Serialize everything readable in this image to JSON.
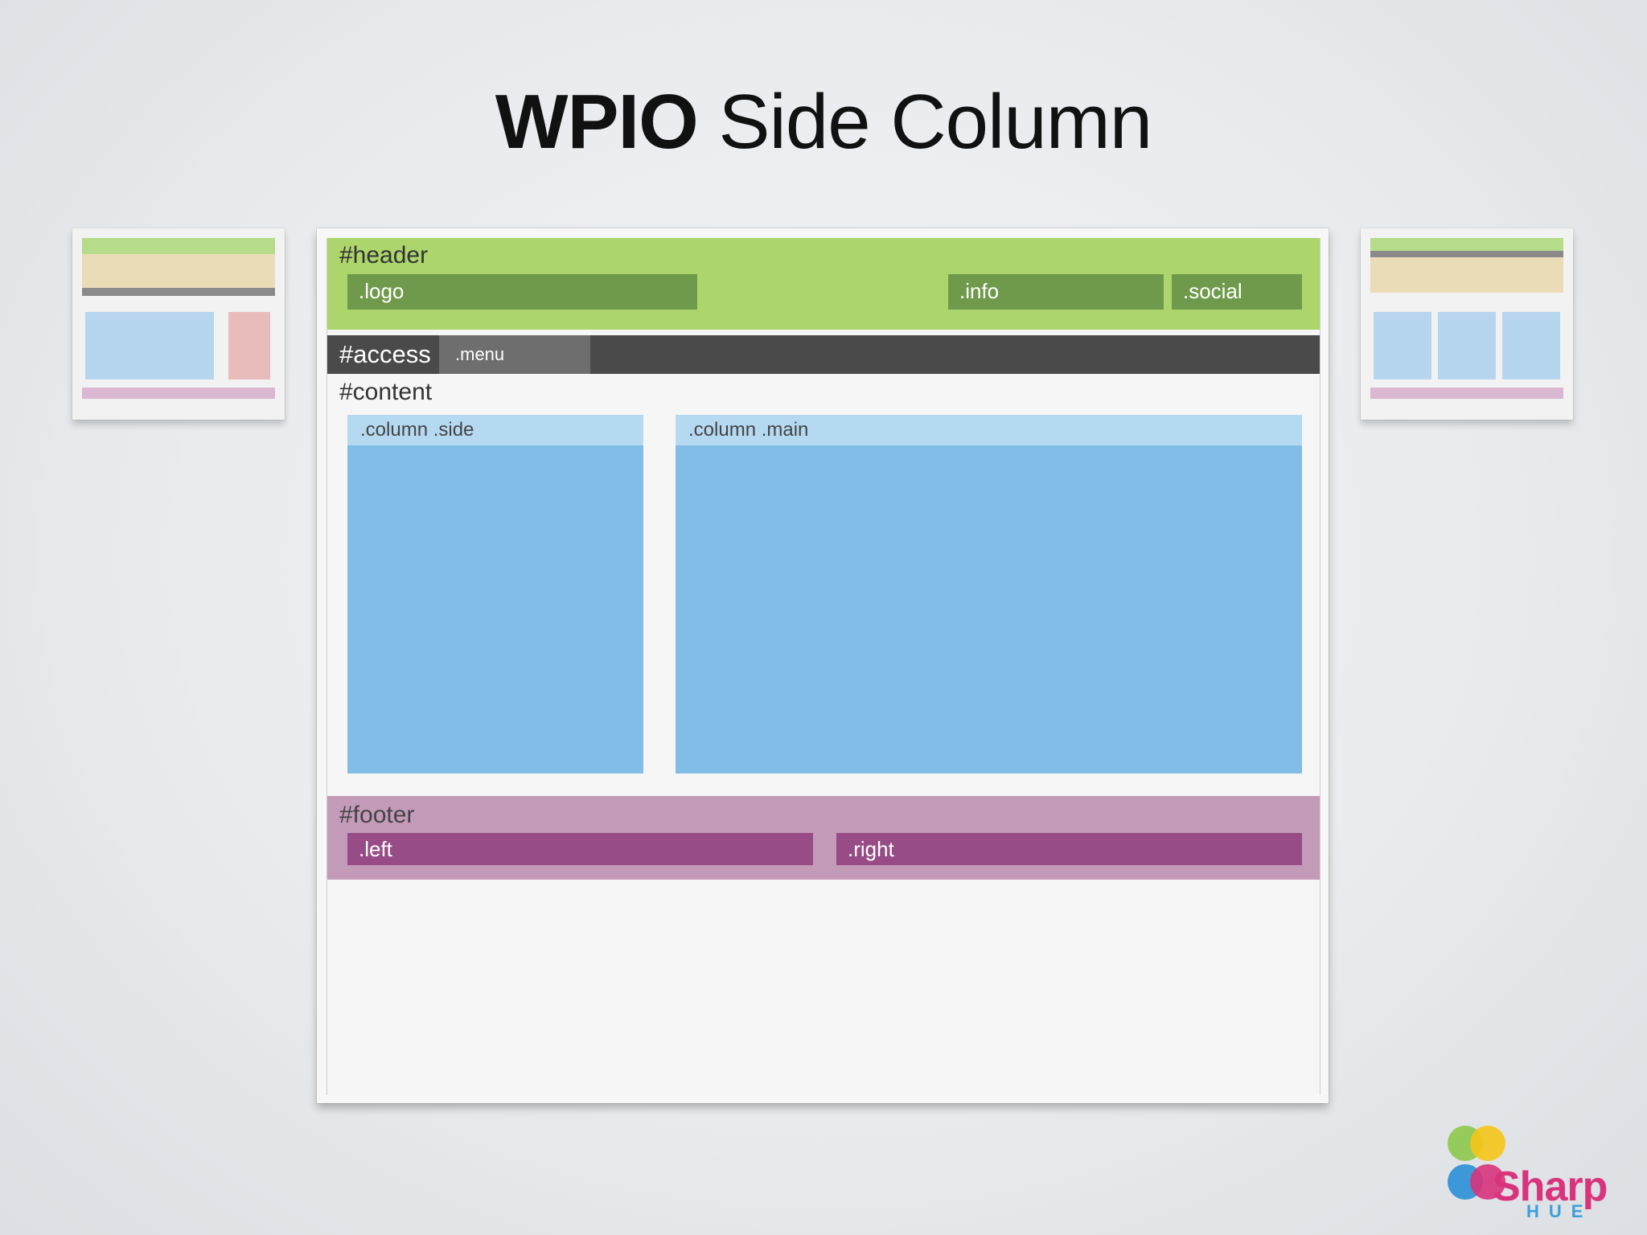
{
  "title": {
    "bold": "WPIO",
    "rest": " Side Column"
  },
  "wireframe": {
    "header": {
      "label": "#header",
      "logo": ".logo",
      "info": ".info",
      "social": ".social"
    },
    "access": {
      "label": "#access",
      "menu": ".menu"
    },
    "content": {
      "label": "#content",
      "side": ".column .side",
      "main": ".column .main"
    },
    "footer": {
      "label": "#footer",
      "left": ".left",
      "right": ".right"
    }
  },
  "brand": {
    "name": "Sharp",
    "sub": "HUE"
  },
  "colors": {
    "header": "#acd66c",
    "header_box": "#6f9a4b",
    "access": "#4a4a4a",
    "column": "#82bde8",
    "footer": "#c49ab9",
    "footer_box": "#974c85"
  }
}
